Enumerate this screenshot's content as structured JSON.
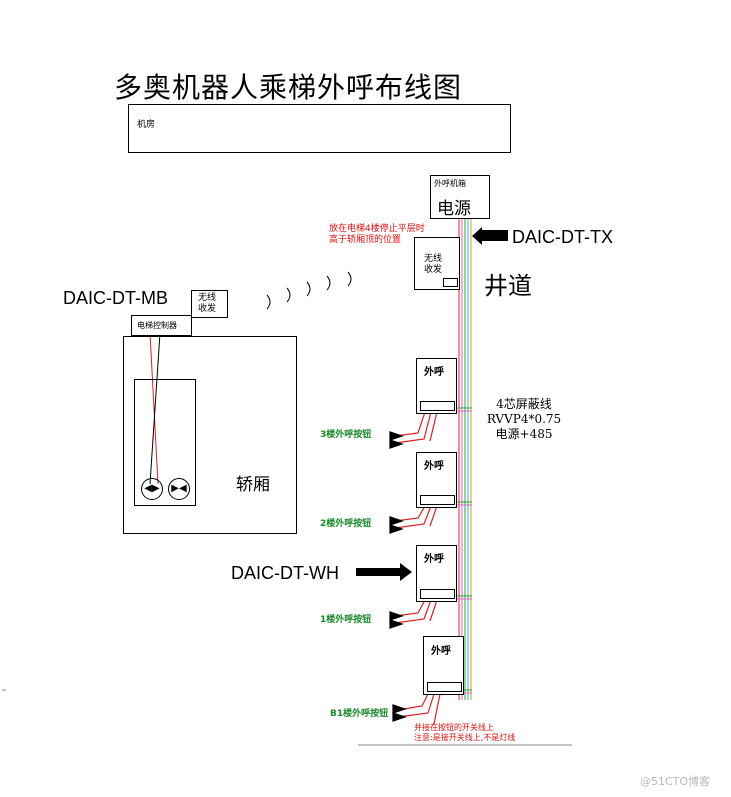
{
  "title": "多奥机器人乘梯外呼布线图",
  "machine_room": "机房",
  "power_box": {
    "label": "外呼机箱",
    "power": "电源"
  },
  "tx": {
    "model": "DAIC-DT-TX",
    "note_line1": "放在电梯4楼停止平层时",
    "note_line2": "高于轿厢顶的位置",
    "wireless_line1": "无线",
    "wireless_line2": "收发"
  },
  "shaft": "井道",
  "mb": {
    "model": "DAIC-DT-MB",
    "wireless_line1": "无线",
    "wireless_line2": "收发",
    "controller": "电梯控制器"
  },
  "car": "轿厢",
  "cable": {
    "line1": "4芯屏蔽线",
    "line2": "RVVP4*0.75",
    "line3": "电源+485"
  },
  "wh": {
    "model": "DAIC-DT-WH"
  },
  "call_boxes": [
    {
      "label": "外呼",
      "button": "3楼外呼按钮"
    },
    {
      "label": "外呼",
      "button": "2楼外呼按钮"
    },
    {
      "label": "外呼",
      "button": "1楼外呼按钮"
    },
    {
      "label": "外呼",
      "button": "B1楼外呼按钮"
    }
  ],
  "bottom_note": {
    "line1": "并接在按钮的开关线上",
    "line2": "注意:是接开关线上,不是灯线"
  },
  "watermark": "@51CTO博客"
}
